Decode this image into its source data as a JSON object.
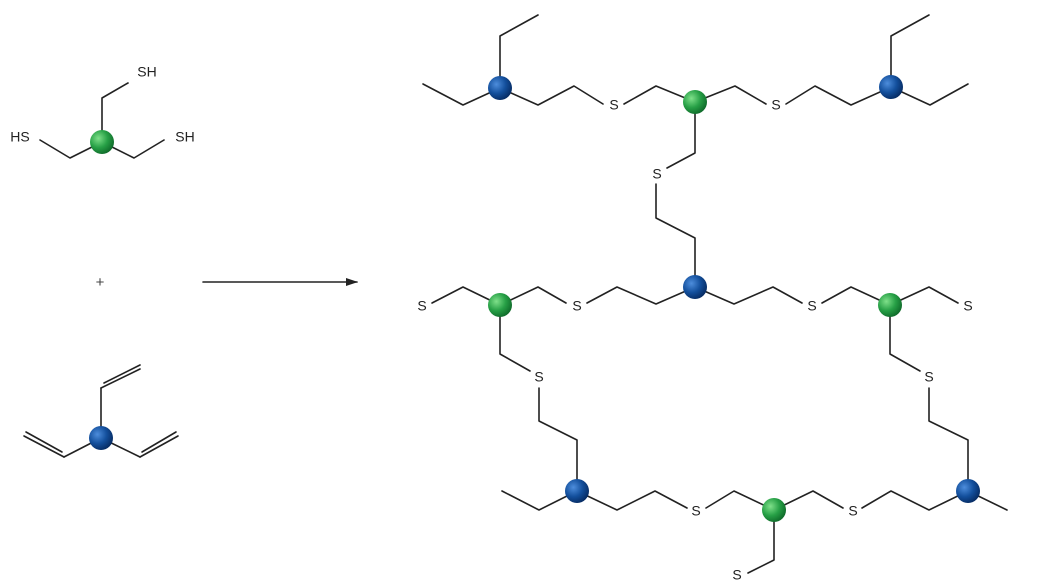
{
  "colors": {
    "green_center": "#1f8a3a",
    "green_highlight": "#6fd07a",
    "blue_center": "#0b3f86",
    "blue_highlight": "#3f7fd0",
    "bond": "#222222"
  },
  "reactants": {
    "thiol_labels": [
      "SH",
      "HS",
      "SH"
    ],
    "plus": "+"
  },
  "product": {
    "sulfur_label": "S"
  }
}
